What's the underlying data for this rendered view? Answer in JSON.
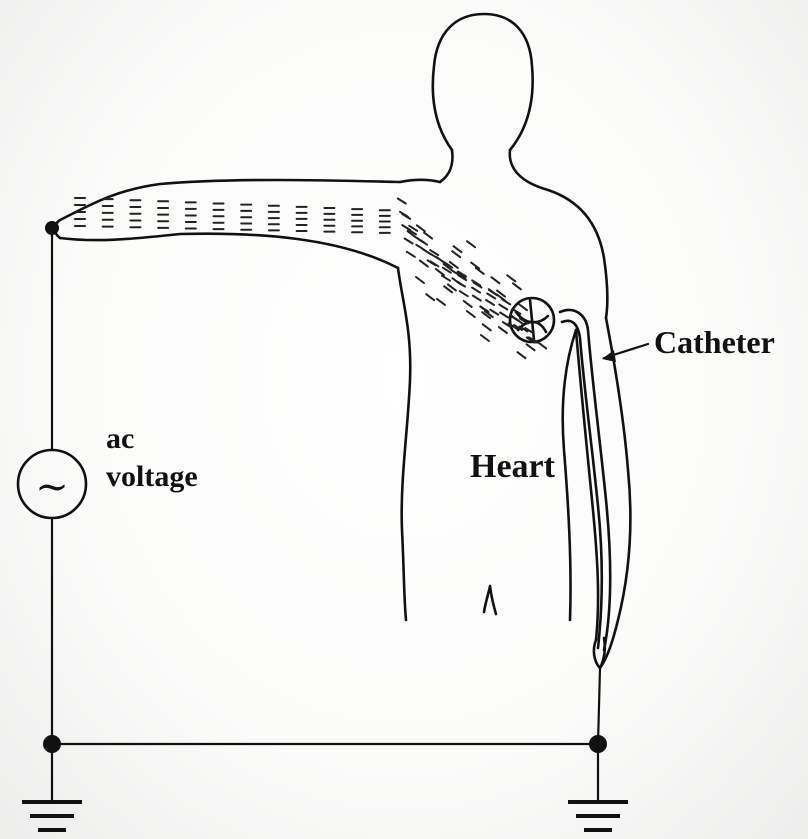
{
  "labels": {
    "ac_voltage_line1": "ac",
    "ac_voltage_line2": "voltage",
    "heart": "Heart",
    "catheter": "Catheter",
    "source_symbol": "~"
  },
  "colors": {
    "ink": "#111111",
    "background": "#ffffff"
  },
  "icons": {
    "ac_source": "ac-source-icon",
    "ground": "ground-icon"
  }
}
